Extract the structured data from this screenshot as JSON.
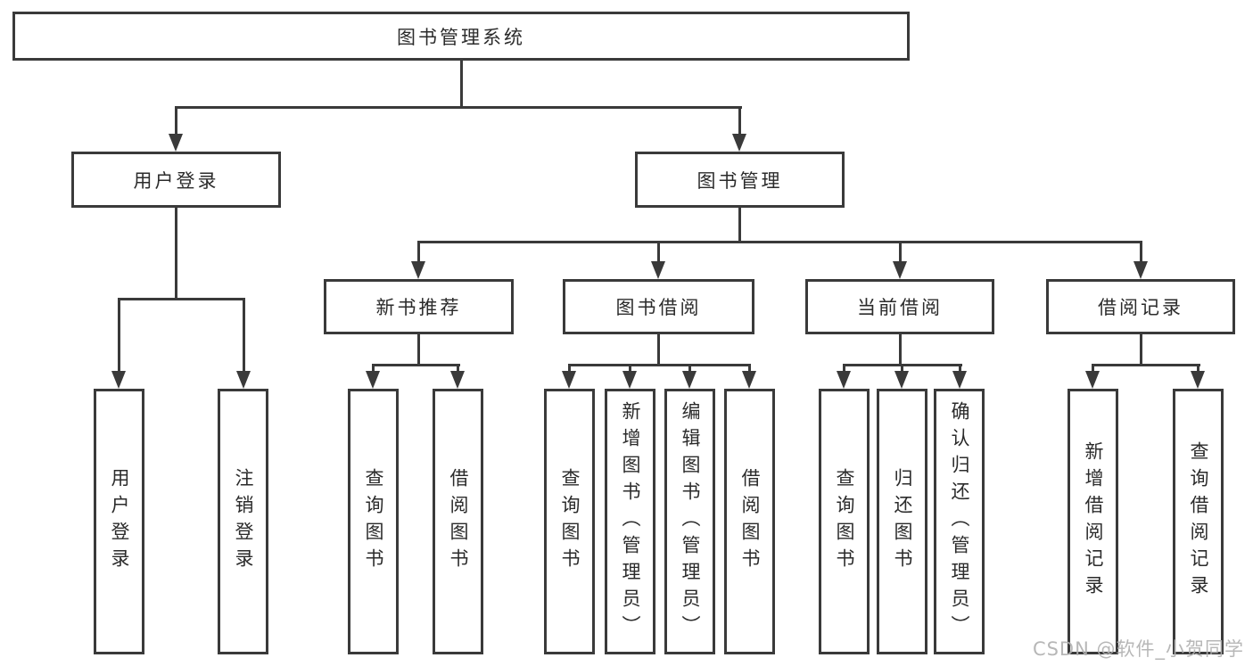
{
  "tree": {
    "label": "图书管理系统",
    "children": [
      {
        "label": "用户登录",
        "children": [
          {
            "label": "用户登录"
          },
          {
            "label": "注销登录"
          }
        ]
      },
      {
        "label": "图书管理",
        "children": [
          {
            "label": "新书推荐",
            "children": [
              {
                "label": "查询图书"
              },
              {
                "label": "借阅图书"
              }
            ]
          },
          {
            "label": "图书借阅",
            "children": [
              {
                "label": "查询图书"
              },
              {
                "label": "新增图书（管理员）"
              },
              {
                "label": "编辑图书（管理员）"
              },
              {
                "label": "借阅图书"
              }
            ]
          },
          {
            "label": "当前借阅",
            "children": [
              {
                "label": "查询图书"
              },
              {
                "label": "归还图书"
              },
              {
                "label": "确认归还（管理员）"
              }
            ]
          },
          {
            "label": "借阅记录",
            "children": [
              {
                "label": "新增借阅记录"
              },
              {
                "label": "查询借阅记录"
              }
            ]
          }
        ]
      }
    ]
  },
  "watermark": {
    "text": "CSDN @软件_小贺同学"
  },
  "colors": {
    "line": "#3a3a3a",
    "text": "#2b2b2b",
    "watermark": "#b0b0b0"
  }
}
